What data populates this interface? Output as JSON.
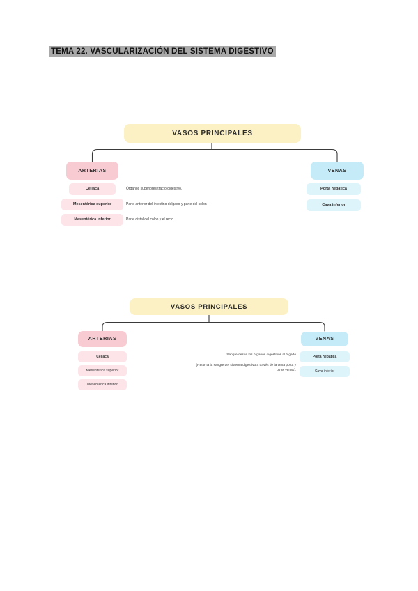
{
  "page": {
    "title": "TEMA 22. VASCULARIZACIÓN DEL SISTEMA DIGESTIVO"
  },
  "colors": {
    "title_highlight": "#a9a9a9",
    "root_yellow": "#fcf1c5",
    "artery_header_pink": "#f8cbd2",
    "artery_item_pink": "#fce4e9",
    "vein_header_blue": "#c4ebf7",
    "vein_item_blue": "#def4fb",
    "connector_line": "#3a3a3a"
  },
  "diagram1": {
    "root": "VASOS PRINCIPALES",
    "arteries": {
      "header": "ARTERIAS",
      "items": [
        {
          "label": "Celíaca",
          "desc": "Órganos superiores tracto digestivo."
        },
        {
          "label": "Mesentérica superior",
          "desc": "Parte anterior del intestino delgado y parte del colon"
        },
        {
          "label": "Mesentérica inferior",
          "desc": "Parte distal del colon y el recto."
        }
      ]
    },
    "veins": {
      "header": "VENAS",
      "items": [
        {
          "label": "Porta hepática"
        },
        {
          "label": "Cava inferior"
        }
      ]
    }
  },
  "diagram2": {
    "root": "VASOS PRINCIPALES",
    "arteries": {
      "header": "ARTERIAS",
      "items": [
        {
          "label": "Celíaca"
        },
        {
          "label": "Mesentérica superior"
        },
        {
          "label": "Mesentérica inferior"
        }
      ]
    },
    "veins": {
      "header": "VENAS",
      "items": [
        {
          "label": "Porta hepática",
          "desc": "Sangre desde los órganos digestivos al hígado"
        },
        {
          "label": "Cava inferior",
          "desc": "(Retorna la sangre del sistema digestivo a través de la vena porta y otras venas)."
        }
      ]
    }
  }
}
